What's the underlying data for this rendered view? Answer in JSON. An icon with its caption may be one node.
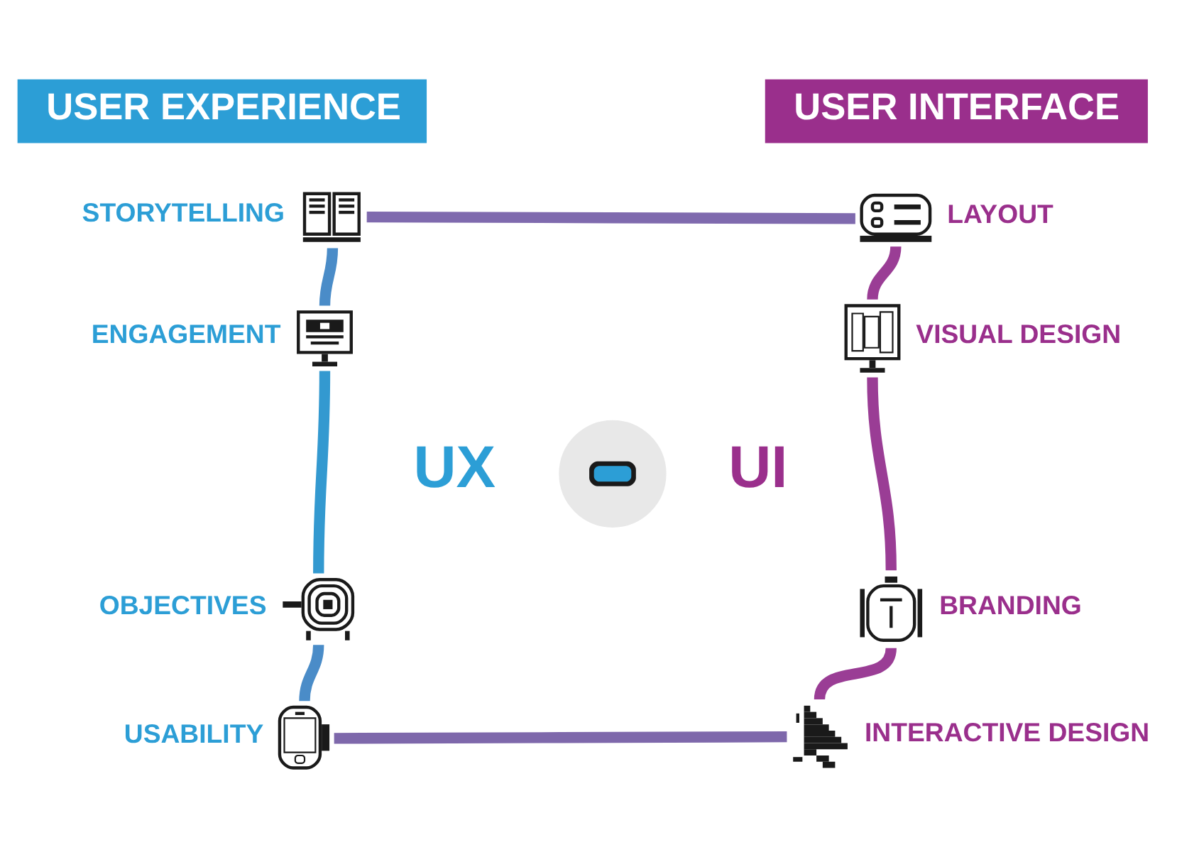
{
  "diagram": {
    "nodes": [
      {
        "text": [
          "USER EXPERIENCE"
        ]
      },
      {
        "text": [
          "USER INTERFACE"
        ]
      },
      {
        "text": [],
        "shape": "picture",
        "beside": [
          "STORYTELLING"
        ]
      },
      {
        "text": [],
        "shape": "picture",
        "beside": [
          "LAYOUT"
        ]
      },
      {
        "text": [],
        "shape": "picture",
        "beside": [
          "ENGAGEMENT"
        ]
      },
      {
        "text": [],
        "shape": "picture",
        "beside": [
          "VISUAL DESIGN"
        ]
      },
      {
        "text": [],
        "shape": "circle"
      },
      {
        "text": [],
        "shape": "picture",
        "beside": [
          "OBJECTIVES"
        ]
      },
      {
        "text": [],
        "shape": "picture",
        "beside": [
          "BRANDING"
        ]
      },
      {
        "text": [],
        "shape": "picture",
        "beside": [
          "USABILITY"
        ]
      },
      {
        "text": [],
        "shape": "picture",
        "beside": [
          "INTERACTIVE DESIGN"
        ]
      }
    ],
    "edges": [
      {
        "from": 2,
        "to": 3,
        "arrow": "none",
        "color": "#7f6aae"
      },
      {
        "from": 3,
        "to": 5,
        "arrow": "none",
        "color": "#9a3d95"
      },
      {
        "from": 5,
        "to": 8,
        "arrow": "none",
        "color": "#9a3d95"
      },
      {
        "from": 8,
        "to": 10,
        "arrow": "none",
        "color": "#9a3d95"
      },
      {
        "from": 9,
        "to": 10,
        "arrow": "none",
        "color": "#7e68ab"
      },
      {
        "from": 7,
        "to": 9,
        "arrow": "none",
        "color": "#4a8cc8"
      },
      {
        "from": 4,
        "to": 7,
        "arrow": "none",
        "color": "#3399d0"
      },
      {
        "from": 2,
        "to": 4,
        "arrow": "none",
        "color": "#4a8cc8"
      }
    ],
    "labels": [
      "UX",
      "UI"
    ]
  }
}
